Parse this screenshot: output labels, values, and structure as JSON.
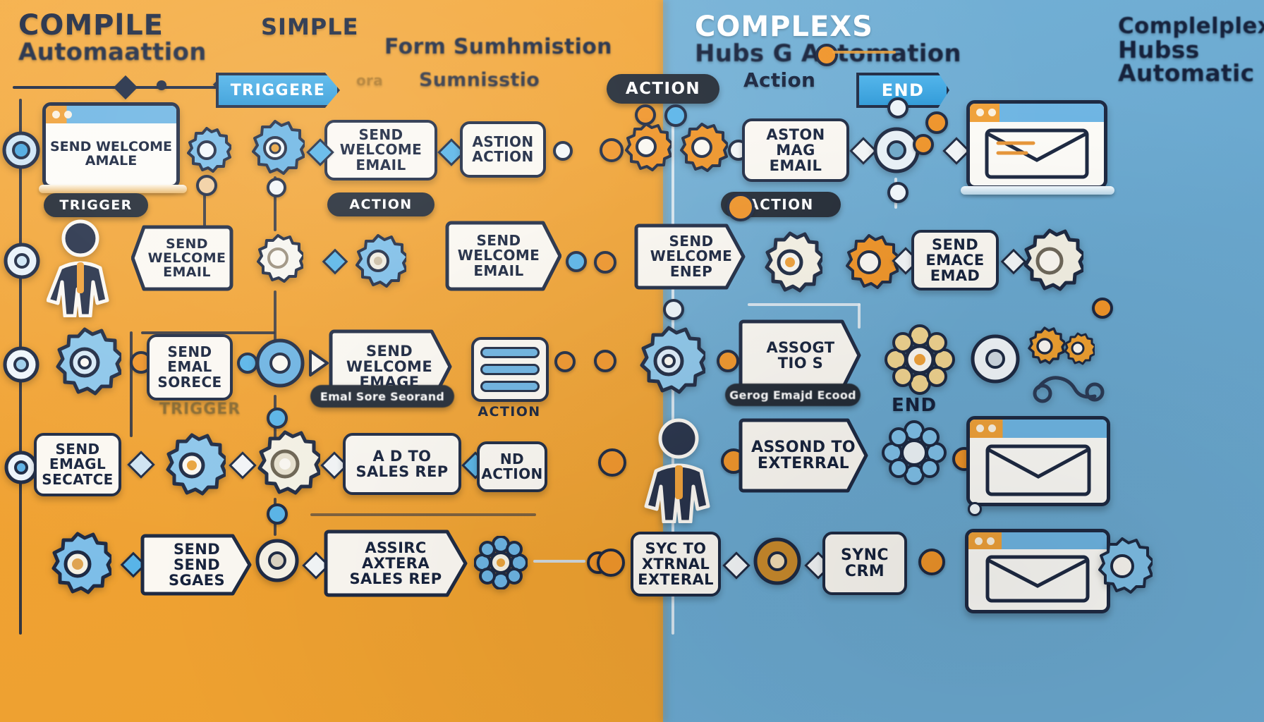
{
  "image": {
    "kind": "automation-workflow-illustration",
    "colors": {
      "left_panel_bg": "#f0a233",
      "right_panel_bg": "#6ba9d0",
      "outline": "#1e2a43",
      "node_fill": "#fbf8f2",
      "accent_blue": "#58b4e8",
      "accent_orange": "#f0952a",
      "pill_dark": "#222a35",
      "text_navy": "#16223c",
      "text_white": "#ffffff"
    }
  },
  "headings": {
    "left_main_top": "COMPlLE",
    "left_main_sub": "Automaattion",
    "left_center_top": "SIMPLE",
    "left_center_sub1": "Form Sumhmistion",
    "left_center_sub2": "Sumnisstio",
    "left_center_sub3": "ora",
    "right_main_top": "COMPLEXS",
    "right_main_sub": "Hubs G Automation",
    "right_edge_top": "Complelplex",
    "right_edge_sub": "Hubss Automatic"
  },
  "pills": {
    "trigger_blue": "TRIGGERE",
    "action_dark_left": "ACTION",
    "trigger_dark_left": "TRIGGER",
    "action_dark_right": "ACTION",
    "action_dark_right2": "ACTION",
    "end_blue": "END",
    "action_plain_right": "Action",
    "trigger_plain_left": "TRIGGER",
    "action_plain_left": "ACTION",
    "end_plain_right": "END",
    "email_score_left": "Emal Sore Seorand",
    "email_score_right": "Gerog Emajd Ecood"
  },
  "left_nodes": {
    "r1_browser": "SEND WELCOME AMALE",
    "r1_card_a": "SEND WELCOME EMAIL",
    "r1_card_b": "ASTION ACTION",
    "r2_arrow_a": "SEND WELCOME EMAIL",
    "r2_arrow_b": "SEND WELCOME EMAIL",
    "r3_card_a": "SEND EMAL SORECE",
    "r3_arrow_a": "SEND WELCOME EMAGE",
    "r4_card_a": "SEND EMAGL SECATCE",
    "r4_card_b": "A D TO SALES REP",
    "r4_card_c": "ND ACTION",
    "r5_card_a": "SEND SEND SGAES",
    "r5_arrow_a": "ASSIRC AXTERA SALES REP"
  },
  "right_nodes": {
    "r1_card_a": "ASTON MAG EMAIL",
    "r2_arrow_a": "SEND WELCOME ENEP",
    "r2_card_b": "SEND EMACE EMAD",
    "r3_card_a": "ASSOGT TIO S",
    "r4_arrow_a": "ASSOND TO EXTERRAL",
    "r5_card_a": "SYC TO XTRNAL EXTERAL",
    "r5_card_b": "SYNC CRM"
  },
  "icons": {
    "gear": "gear-icon",
    "person": "person-icon",
    "envelope": "envelope-icon",
    "browser": "browser-window-icon",
    "laptop": "laptop-icon",
    "list": "list-icon",
    "flower_gear": "flower-gear-icon",
    "circle_node": "circle-node-icon",
    "diamond_node": "diamond-node-icon"
  }
}
